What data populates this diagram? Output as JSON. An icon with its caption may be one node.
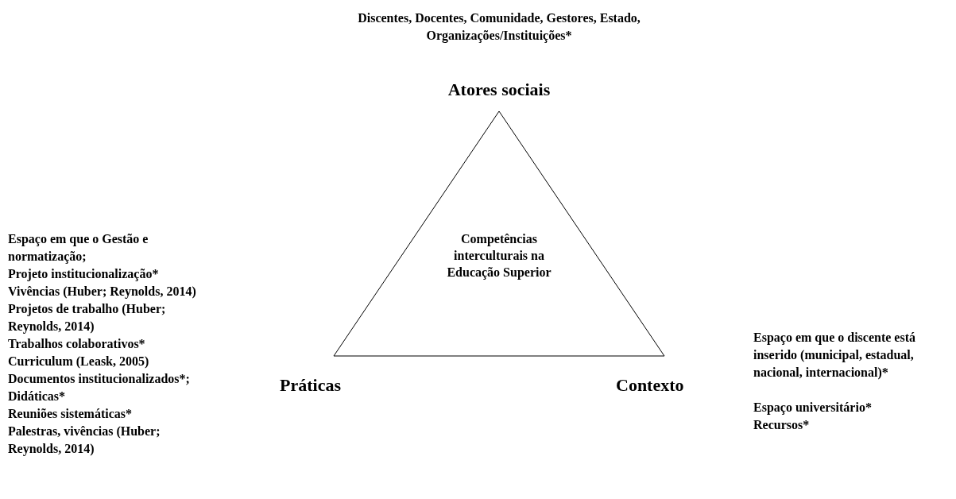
{
  "diagram": {
    "nodes": [
      {
        "text": [
          "Competências interculturais na Educação Superior"
        ]
      }
    ],
    "labels": [
      "Discentes, Docentes, Comunidade, Gestores, Estado, Organizações/Instituições*",
      "Atores sociais",
      "Espaço em que o Gestão e normatização;",
      "Projeto institucionalização*",
      "Vivências (Huber; Reynolds, 2014)",
      "Projetos de trabalho (Huber; Reynolds, 2014)",
      "Trabalhos colaborativos*",
      "Curriculum (Leask, 2005)",
      "Documentos institucionalizados*;",
      "Didáticas*",
      "Reuniões sistemáticas*",
      "Palestras, vivências (Huber; Reynolds, 2014)",
      "Práticas",
      "Contexto",
      "Espaço em que o discente está inserido (municipal, estadual, nacional, internacional)*",
      "Espaço universitário*",
      "Recursos*"
    ]
  }
}
